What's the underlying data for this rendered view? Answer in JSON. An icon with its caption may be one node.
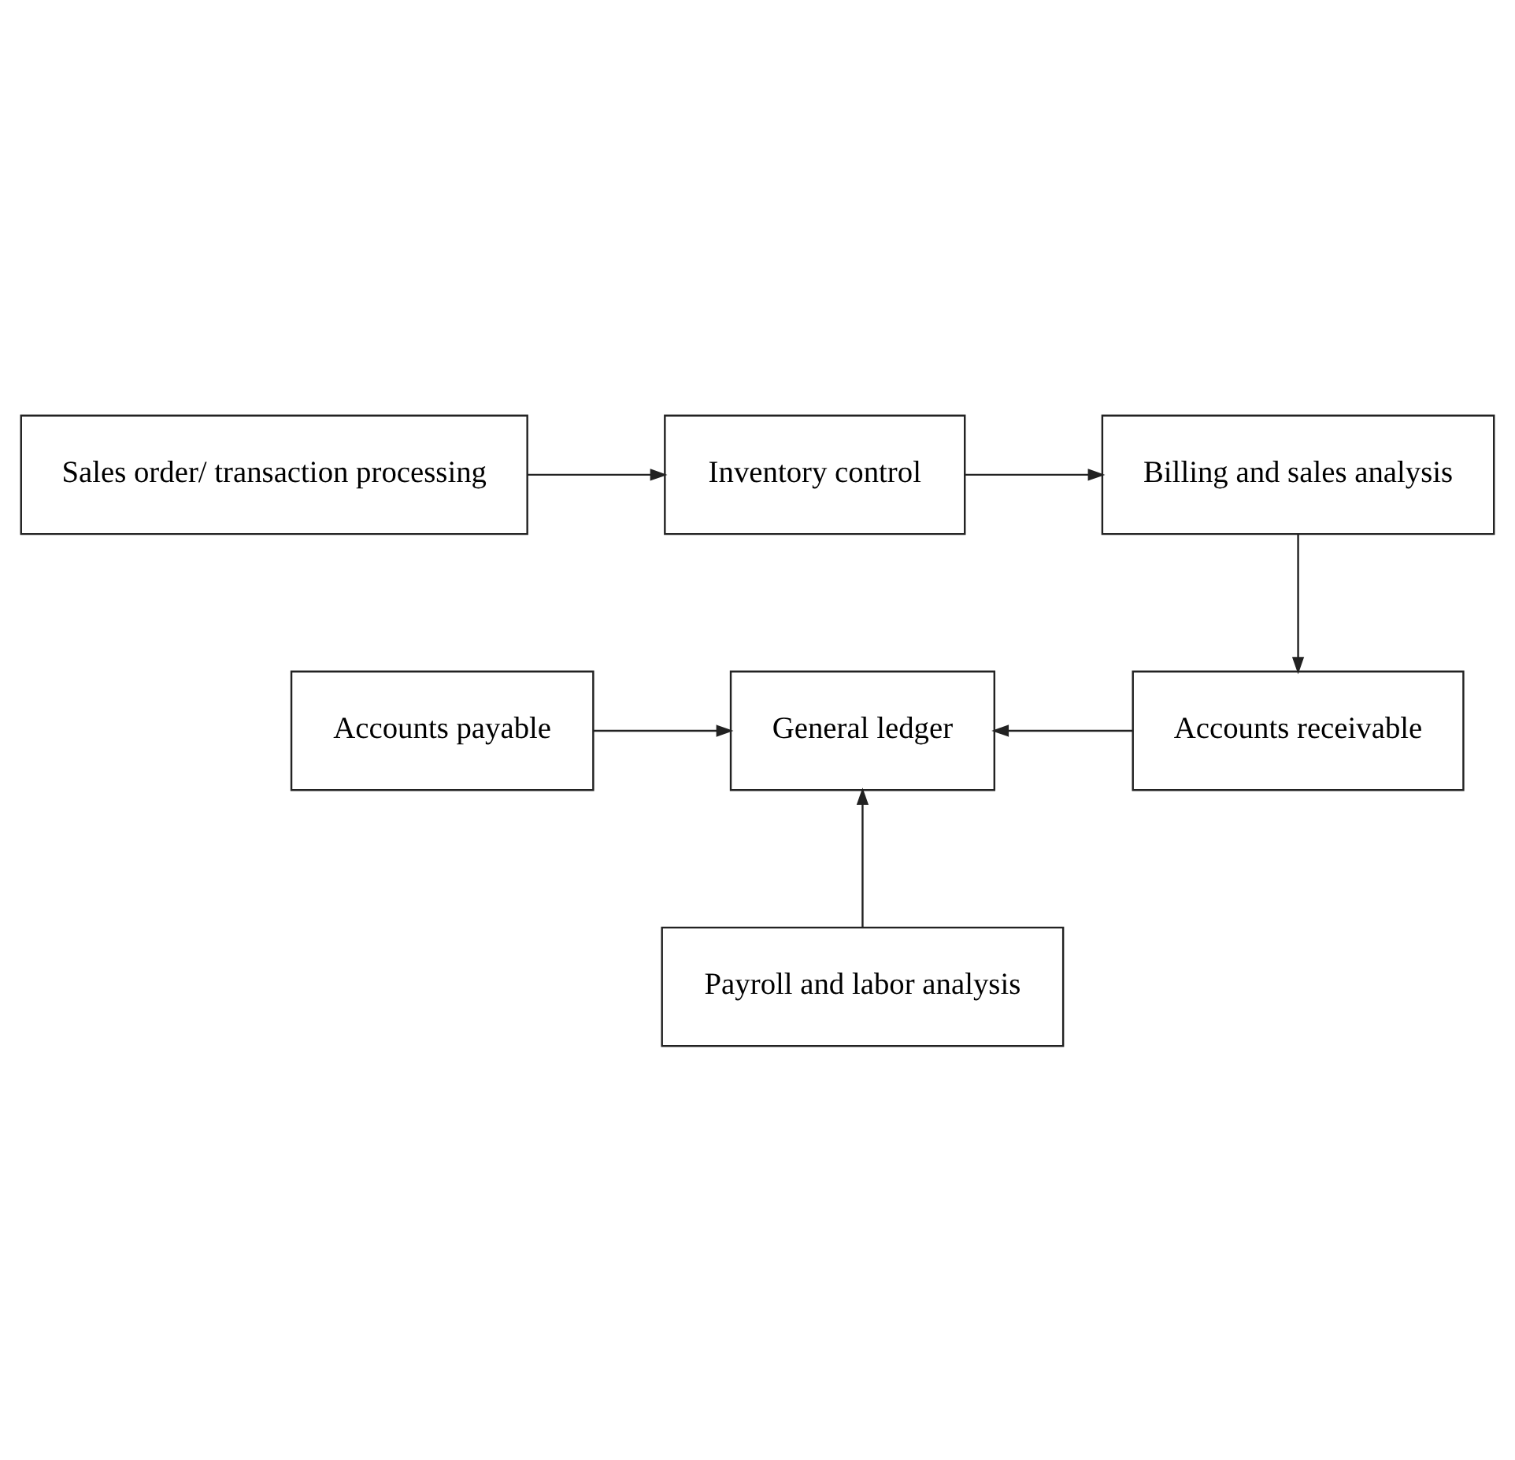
{
  "diagram": {
    "nodes": [
      {
        "text": [
          "Sales order/ transaction processing"
        ]
      },
      {
        "text": [
          "Inventory control"
        ]
      },
      {
        "text": [
          "Billing and sales analysis"
        ]
      },
      {
        "text": [
          "Accounts payable"
        ]
      },
      {
        "text": [
          "General ledger"
        ]
      },
      {
        "text": [
          "Accounts receivable"
        ]
      },
      {
        "text": [
          "Payroll and labor analysis"
        ]
      }
    ],
    "edges": [
      {
        "from": 0,
        "to": 1,
        "arrow": "to"
      },
      {
        "from": 1,
        "to": 2,
        "arrow": "to"
      },
      {
        "from": 2,
        "to": 5,
        "arrow": "to"
      },
      {
        "from": 3,
        "to": 4,
        "arrow": "to"
      },
      {
        "from": 5,
        "to": 4,
        "arrow": "to"
      },
      {
        "from": 6,
        "to": 4,
        "arrow": "to"
      }
    ]
  }
}
